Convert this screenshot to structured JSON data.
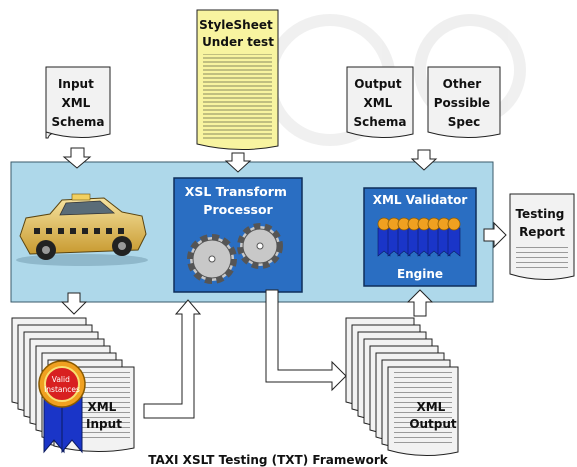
{
  "docs": {
    "input_schema": [
      "Input",
      "XML",
      "Schema"
    ],
    "stylesheet": [
      "StyleSheet",
      "Under test"
    ],
    "output_schema": [
      "Output",
      "XML",
      "Schema"
    ],
    "other_spec": [
      "Other",
      "Possible",
      "Spec"
    ],
    "testing_report": [
      "Testing",
      "Report"
    ],
    "xml_input": [
      "XML",
      "Input"
    ],
    "xml_output": [
      "XML",
      "Output"
    ]
  },
  "xsl_processor": [
    "XSL Transform",
    "Processor"
  ],
  "validator": {
    "title": "XML Validator",
    "footer": "Engine"
  },
  "badge": [
    "Valid",
    "Instances"
  ],
  "caption": "TAXI XSLT Testing (TXT) Framework",
  "colors": {
    "framework_panel": "#aed8ea",
    "processor_box": "#2a6ec2",
    "document": "#f2f2f2",
    "stylesheet": "#f8f4a0",
    "ribbon_blue": "#1a35c8",
    "medal_orange": "#f0a020"
  }
}
